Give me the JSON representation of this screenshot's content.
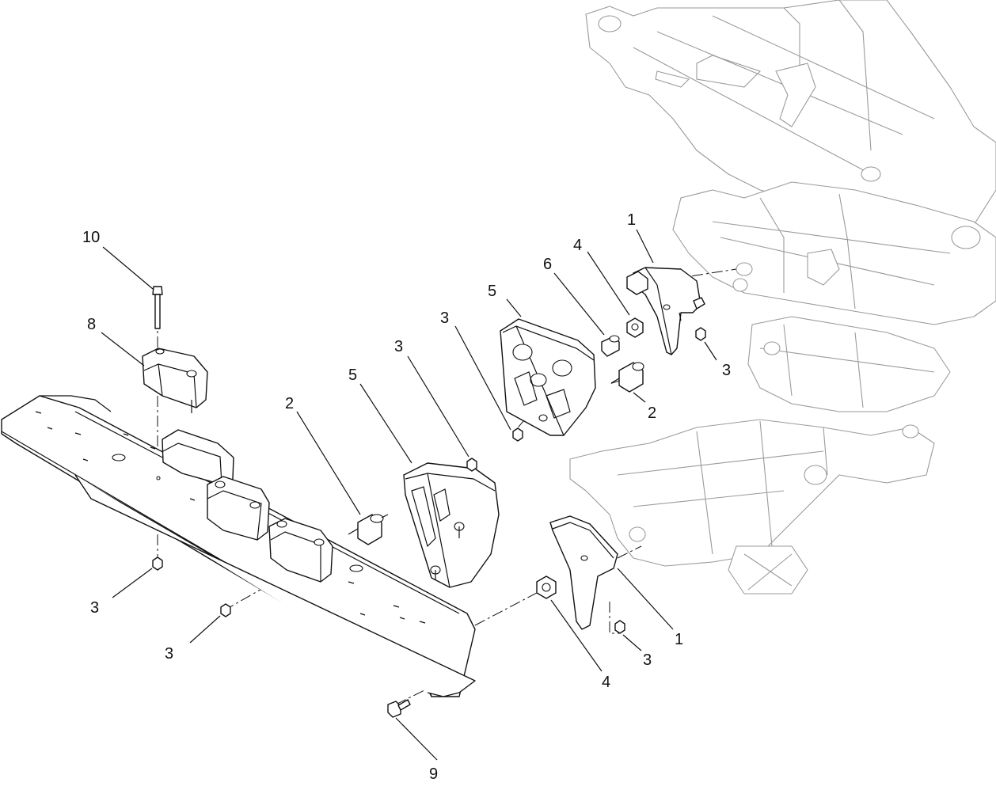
{
  "figure": {
    "callouts": [
      {
        "id": "c10",
        "text": "10"
      },
      {
        "id": "c8",
        "text": "8"
      },
      {
        "id": "c2a",
        "text": "2"
      },
      {
        "id": "c5a",
        "text": "5"
      },
      {
        "id": "c3a",
        "text": "3"
      },
      {
        "id": "c5b",
        "text": "5"
      },
      {
        "id": "c3b",
        "text": "3"
      },
      {
        "id": "c6",
        "text": "6"
      },
      {
        "id": "c4a",
        "text": "4"
      },
      {
        "id": "c1a",
        "text": "1"
      },
      {
        "id": "c3c",
        "text": "3"
      },
      {
        "id": "c2b",
        "text": "2"
      },
      {
        "id": "c3d",
        "text": "3"
      },
      {
        "id": "c3e",
        "text": "3"
      },
      {
        "id": "c1b",
        "text": "1"
      },
      {
        "id": "c3f",
        "text": "3"
      },
      {
        "id": "c4b",
        "text": "4"
      },
      {
        "id": "c9",
        "text": "9"
      }
    ]
  }
}
